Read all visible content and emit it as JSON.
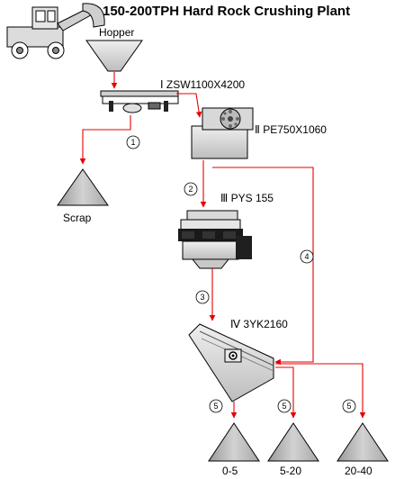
{
  "title": "150-200TPH Hard Rock Crushing Plant",
  "hopper_label": "Hopper",
  "equipment": {
    "feeder": "Ⅰ  ZSW1100X4200",
    "jaw_crusher": "Ⅱ  PE750X1060",
    "cone_crusher": "Ⅲ  PYS 155",
    "screen": "Ⅳ  3YK2160"
  },
  "outputs": {
    "scrap": "Scrap",
    "p1": "0-5",
    "p2": "5-20",
    "p3": "20-40"
  },
  "steps": [
    "1",
    "2",
    "3",
    "4",
    "5",
    "5",
    "5"
  ],
  "colors": {
    "flow": "#e60000",
    "equipment_light": "#d9d9d9",
    "equipment_dark": "#1a1a1a",
    "pile_fill": "#cfcfcf"
  }
}
